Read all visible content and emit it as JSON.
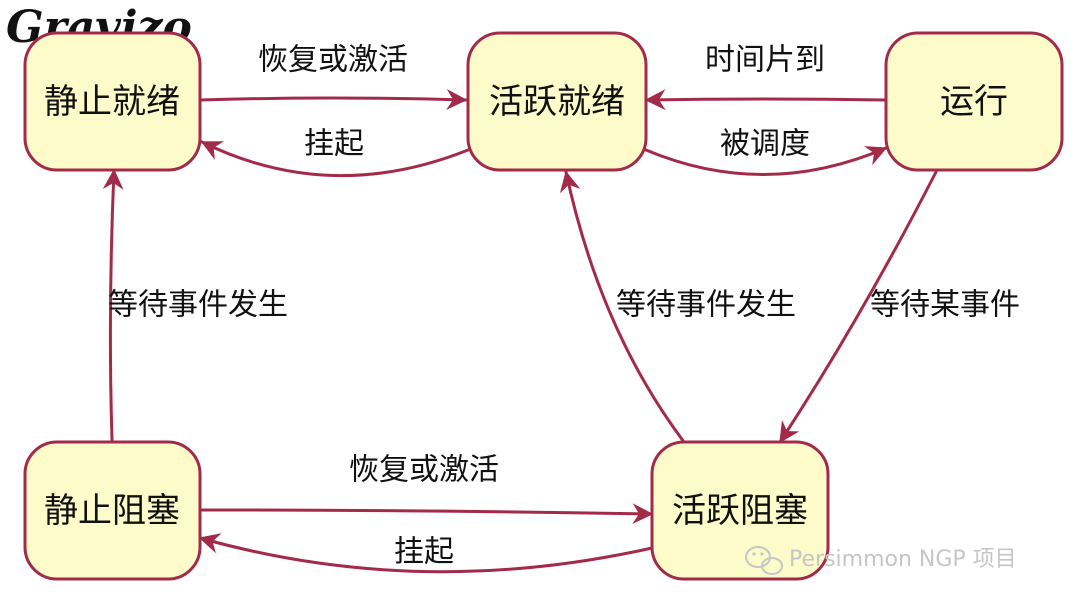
{
  "logo": "Gravizo",
  "colors": {
    "node_fill": "#fdfbc9",
    "node_border": "#a32b4a",
    "edge": "#a32b4a",
    "text": "#111111",
    "watermark": "#c6c6c6"
  },
  "nodes": {
    "static_ready": "静止就绪",
    "active_ready": "活跃就绪",
    "running": "运行",
    "static_blocked": "静止阻塞",
    "active_blocked": "活跃阻塞"
  },
  "edges": {
    "static_ready_to_active_ready": "恢复或激活",
    "active_ready_to_static_ready": "挂起",
    "running_to_active_ready": "时间片到",
    "active_ready_to_running": "被调度",
    "static_blocked_to_static_ready": "等待事件发生",
    "active_blocked_to_active_ready": "等待事件发生",
    "running_to_active_blocked": "等待某事件",
    "static_blocked_to_active_blocked": "恢复或激活",
    "active_blocked_to_static_blocked": "挂起"
  },
  "watermark": {
    "icon": "wechat-icon",
    "text": "Persimmon NGP 项目"
  }
}
